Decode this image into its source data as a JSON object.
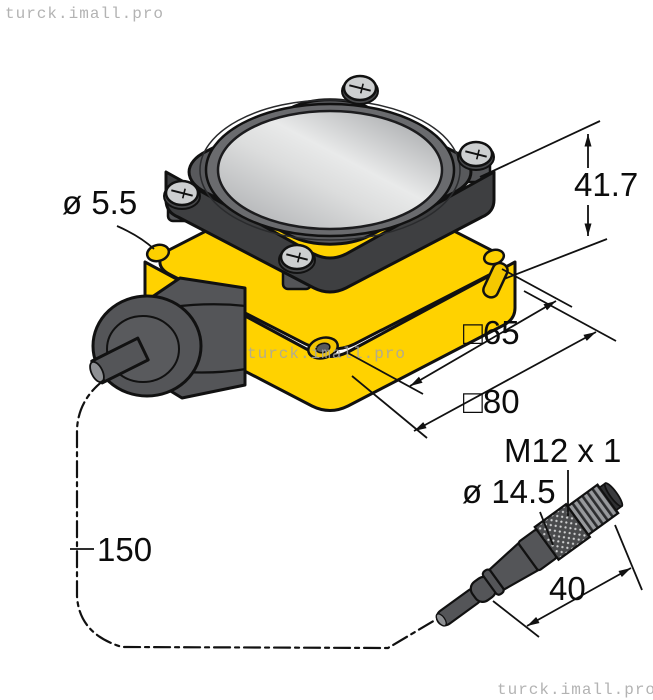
{
  "watermarks": {
    "top_left": "turck.imall.pro",
    "center": "turck.imall.pro",
    "bottom_right": "turck.imall.pro"
  },
  "dimensions": {
    "mounting_hole_diameter": "ø 5.5",
    "housing_height": "41.7",
    "body_width": "□65",
    "flange_width": "□80",
    "cable_length": "150",
    "connector_thread": "M12 x 1",
    "connector_diameter": "ø 14.5",
    "connector_length": "40"
  },
  "colors": {
    "body_yellow": "#FFD200",
    "housing_gray": "#58595C",
    "housing_side_gray": "#3E3F41",
    "hardware_gray": "#545558",
    "line_black": "#111111",
    "watermark_gray": "#B3B3B3",
    "lens_silver_light": "#E9EAEA",
    "lens_silver_dark": "#9A9C9F"
  }
}
